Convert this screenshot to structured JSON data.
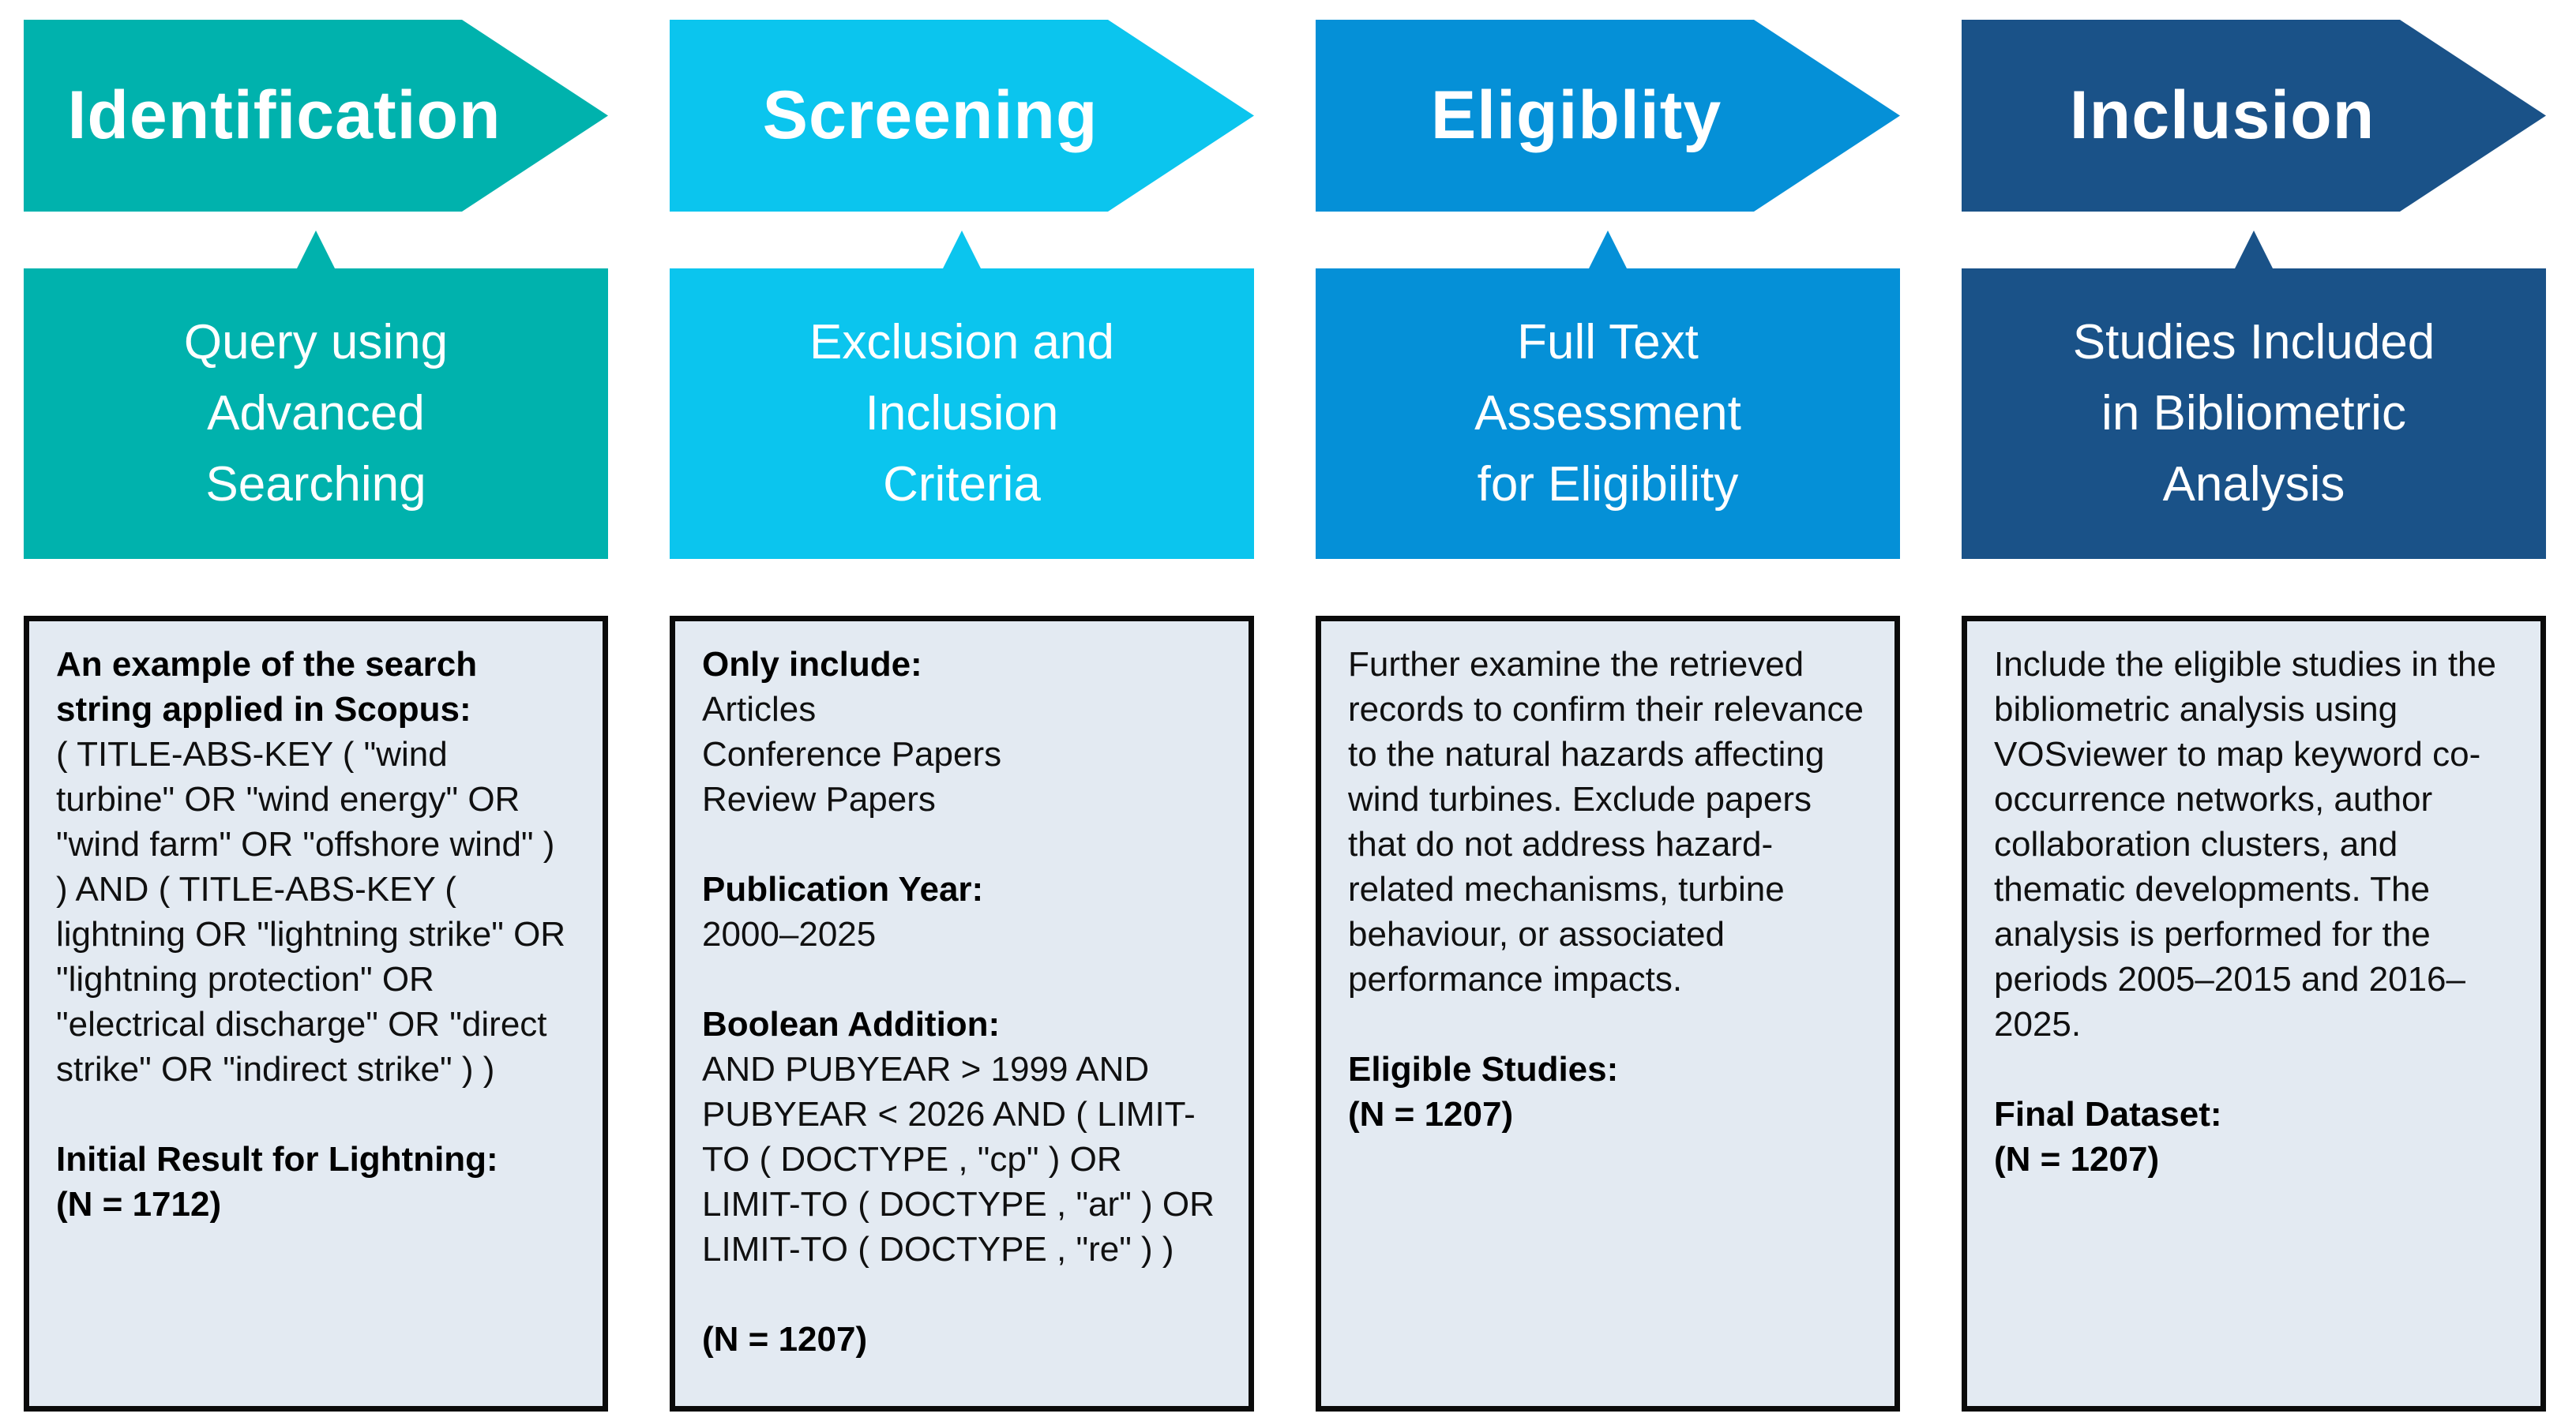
{
  "figure": {
    "title": "PRISMA-style bibliometric screening flow",
    "background": "#ffffff",
    "box_fill": "#e3eaf2",
    "box_border": "#0b0b0b",
    "columns": [
      {
        "stage": "Identification",
        "color": "#00b2ad",
        "subtitle": "Query using\nAdvanced\nSearching",
        "blocks": [
          "An example of the search string applied in Scopus:",
          "( TITLE-ABS-KEY ( \"wind turbine\" OR \"wind energy\" OR \"wind farm\" OR \"offshore wind\" ) ) AND ( TITLE-ABS-KEY ( lightning OR \"lightning strike\" OR \"lightning protection\" OR \"electrical discharge\" OR \"direct strike\" OR \"indirect strike\" ) )",
          "Initial Result for Lightning:\n(N = 1712)"
        ]
      },
      {
        "stage": "Screening",
        "color": "#0bc5ee",
        "subtitle": "Exclusion and\nInclusion\nCriteria",
        "blocks": [
          "Only include:",
          "Articles\nConference Papers\nReview Papers",
          "Publication Year:",
          "2000–2025",
          "Boolean Addition:",
          "AND PUBYEAR > 1999 AND PUBYEAR < 2026 AND ( LIMIT-TO ( DOCTYPE , \"cp\" ) OR LIMIT-TO ( DOCTYPE , \"ar\" ) OR LIMIT-TO ( DOCTYPE , \"re\" ) )",
          "(N = 1207)"
        ]
      },
      {
        "stage": "Eligiblity",
        "color": "#0590d7",
        "subtitle": "Full Text\nAssessment\nfor Eligibility",
        "blocks": [
          "Further examine the retrieved records to confirm their relevance to the natural hazards affecting wind turbines. Exclude papers that do not address hazard-related mechanisms, turbine behaviour, or associated performance impacts.",
          "Eligible Studies:\n(N = 1207)"
        ]
      },
      {
        "stage": "Inclusion",
        "color": "#1a5288",
        "subtitle": "Studies Included\nin Bibliometric\nAnalysis",
        "blocks": [
          "Include the eligible studies in the bibliometric analysis using VOSviewer to map keyword co-occurrence networks, author collaboration clusters, and thematic developments. The analysis is performed for the periods 2005–2015 and 2016–2025.",
          "Final Dataset:\n(N = 1207)"
        ]
      }
    ]
  }
}
